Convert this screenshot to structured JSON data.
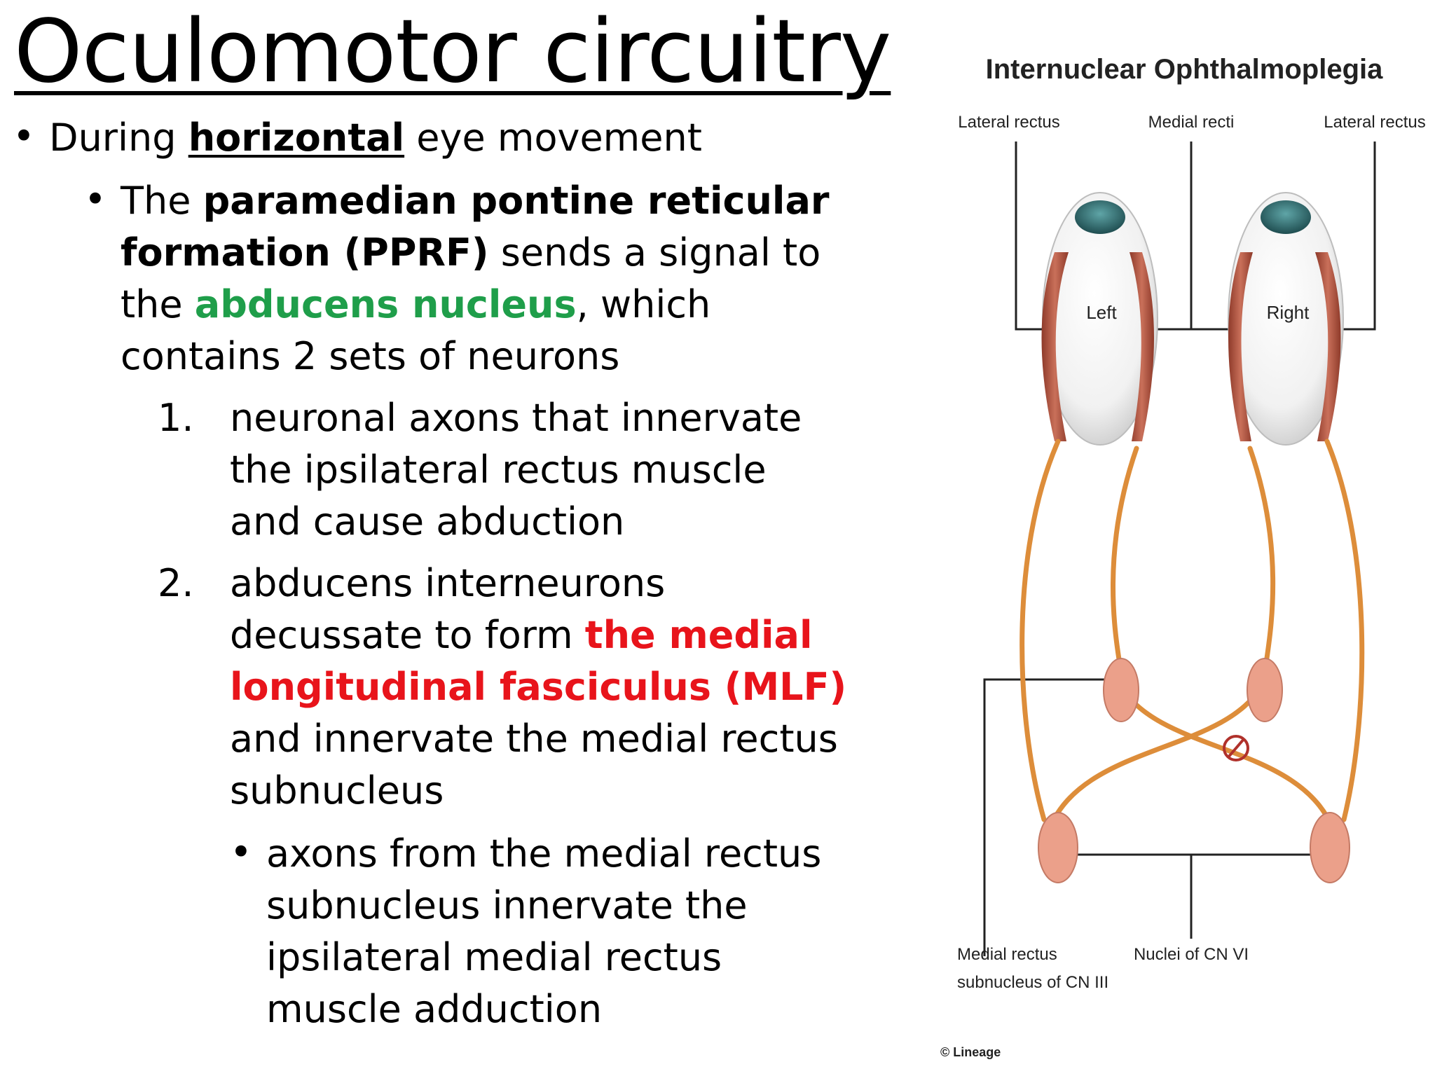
{
  "slide": {
    "title": "Oculomotor circuitry",
    "bullet1": {
      "prefix": "During ",
      "emph": "horizontal",
      "suffix": " eye movement"
    },
    "bullet2": {
      "l1a": "The ",
      "l1b": "paramedian pontine reticular",
      "l2a": "formation (PPRF)",
      "l2b": " sends a signal to",
      "l3a": "the ",
      "l3b": "abducens nucleus",
      "l3c": ", which",
      "l4": "contains 2 sets of neurons"
    },
    "item1": {
      "number": "1.",
      "lines": [
        "neuronal axons that innervate",
        "the ipsilateral rectus muscle",
        "and cause abduction"
      ]
    },
    "item2": {
      "number": "2.",
      "l1": "abducens interneurons",
      "l2a": "decussate to form ",
      "l2b": "the medial",
      "l3": "longitudinal fasciculus (MLF)",
      "l4": "and innervate the medial rectus",
      "l5": "subnucleus"
    },
    "sub_bullet": {
      "lines": [
        "axons from the medial rectus",
        "subnucleus innervate the",
        "ipsilateral medial rectus",
        "muscle adduction"
      ]
    }
  },
  "diagram": {
    "title": "Internuclear Ophthalmoplegia",
    "labels": {
      "lateral_rectus_left": "Lateral rectus",
      "medial_recti": "Medial recti",
      "lateral_rectus_right": "Lateral rectus",
      "eye_left": "Left",
      "eye_right": "Right",
      "medial_rectus_subnucleus_1": "Medial rectus",
      "medial_rectus_subnucleus_2": "subnucleus of CN III",
      "nuclei_cn_vi": "Nuclei of CN VI",
      "copyright": "© Lineage"
    },
    "colors": {
      "muscle": "#b5523e",
      "nerve": "#dd8d3a",
      "nucleus": "#eba08a",
      "iris": "#2e6f72",
      "lesion": "#b0312b"
    }
  }
}
